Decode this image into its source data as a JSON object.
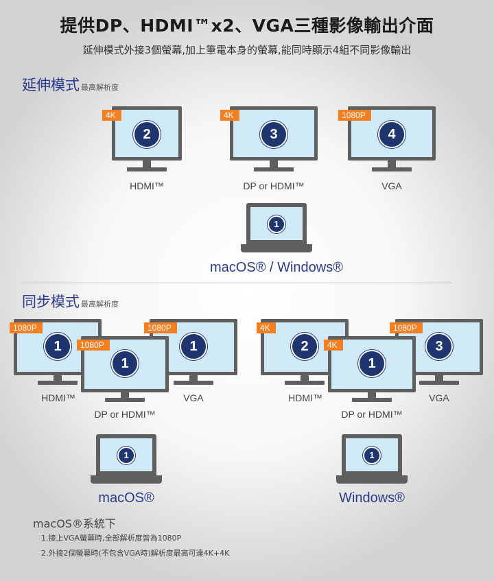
{
  "header": {
    "title": "提供DP、HDMI™x2、VGA三種影像輸出介面",
    "subtitle": "延伸模式外接3個螢幕,加上筆電本身的螢幕,能同時顯示4組不同影像輸出"
  },
  "extended": {
    "title": "延伸模式",
    "note": "最高解析度",
    "monitors": [
      {
        "badge": "4K",
        "number": "2",
        "port": "HDMI™"
      },
      {
        "badge": "4K",
        "number": "3",
        "port": "DP or HDMI™"
      },
      {
        "badge": "1080P",
        "number": "4",
        "port": "VGA"
      }
    ],
    "laptop": {
      "number": "1",
      "os": "macOS® / Windows®"
    }
  },
  "mirror": {
    "title": "同步模式",
    "note": "最高解析度",
    "left_group": {
      "monitors": [
        {
          "badge": "1080P",
          "number": "1",
          "port": "HDMI™"
        },
        {
          "badge": "1080P",
          "number": "1",
          "port": "DP or HDMI™"
        },
        {
          "badge": "1080P",
          "number": "1",
          "port": "VGA"
        }
      ],
      "laptop": {
        "number": "1",
        "os": "macOS®"
      }
    },
    "right_group": {
      "monitors": [
        {
          "badge": "4K",
          "number": "2",
          "port": "HDMI™"
        },
        {
          "badge": "4K",
          "number": "1",
          "port": "DP or HDMI™"
        },
        {
          "badge": "1080P",
          "number": "3",
          "port": "VGA"
        }
      ],
      "laptop": {
        "number": "1",
        "os": "Windows®"
      }
    }
  },
  "notes": {
    "heading": "macOS®系統下",
    "items": [
      "1.接上VGA螢幕時,全部解析度皆為1080P",
      "2.外接2個螢幕時(不包含VGA時)解析度最高可達4K+4K"
    ]
  },
  "colors": {
    "badge": "#f47f20",
    "number_circle": "#1f3570",
    "screen": "#cfe9f7",
    "frame": "#5f5f5f",
    "accent_text": "#2a3a8c"
  }
}
